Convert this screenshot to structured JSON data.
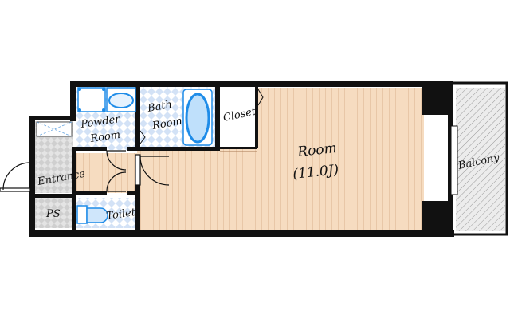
{
  "floor_plan": {
    "rooms": {
      "powder_room": {
        "line1": "Powder",
        "line2": "Room"
      },
      "bath_room": {
        "line1": "Bath",
        "line2": "Room"
      },
      "closet": {
        "label": "Closet"
      },
      "main_room": {
        "label": "Room",
        "size": "(11.0J)"
      },
      "entrance": {
        "label": "Entrance"
      },
      "ps": {
        "label": "PS"
      },
      "toilet": {
        "label": "Toilet"
      },
      "balcony": {
        "label": "Balcony"
      }
    },
    "colors": {
      "wall": "#111111",
      "floor_wood": "#f6dcc0",
      "floor_line": "#d9b28e",
      "tile_blue": "#cfe0f5",
      "tile_grey": "#d6d6d6",
      "fixture_blue": "#1e8ce8"
    }
  }
}
